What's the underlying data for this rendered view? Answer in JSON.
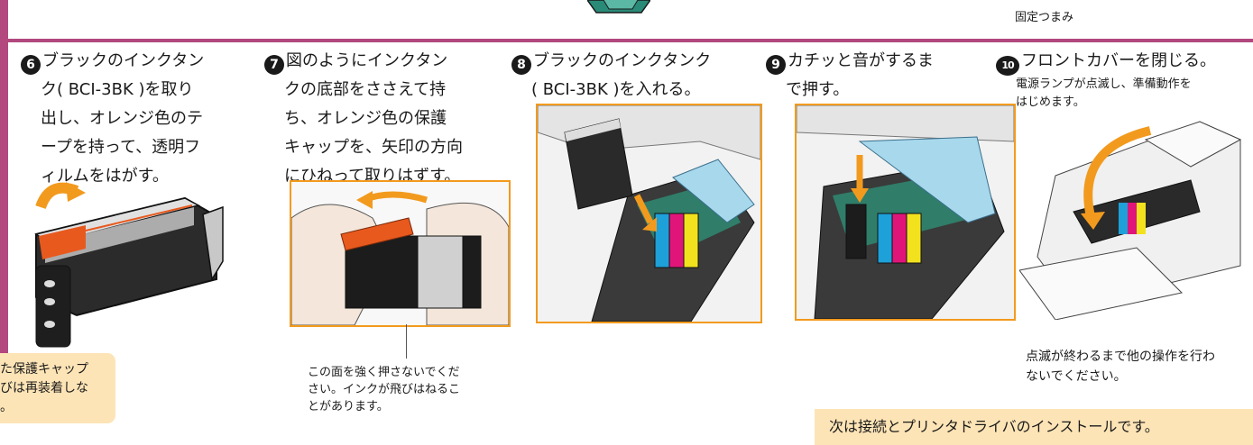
{
  "header": {
    "top_caption": "固定つまみ"
  },
  "steps": [
    {
      "number": "6",
      "title": "ブラックのインクタン",
      "lines": [
        "ク( BCI-3BK )を取り",
        "出し、オレンジ色のテ",
        "ープを持って、透明フ",
        "ィルムをはがす。"
      ]
    },
    {
      "number": "7",
      "title": "図のようにインクタン",
      "lines": [
        "クの底部をささえて持",
        "ち、オレンジ色の保護",
        "キャップを、矢印の方向",
        "にひねって取りはずす。"
      ]
    },
    {
      "number": "8",
      "title": "ブラックのインクタンク",
      "lines": [
        "( BCI-3BK )を入れる。"
      ]
    },
    {
      "number": "9",
      "title": "カチッと音がするま",
      "lines": [
        "で押す。"
      ]
    },
    {
      "number": "10",
      "title": "フロントカバーを閉じる。",
      "sub": [
        "電源ランプが点滅し、準備動作を",
        "はじめます。"
      ]
    }
  ],
  "notes": {
    "left_note": [
      "た保護キャップ",
      "びは再装着しな",
      "。"
    ],
    "step7_caption": [
      "この面を強く押さないでくだ",
      "さい。インクが飛びはねるこ",
      "とがあります。"
    ],
    "step10_caption": [
      "点滅が終わるまで他の操作を行わ",
      "ないでください。"
    ]
  },
  "footer": {
    "next": "次は接続とプリンタドライバのインストールです。"
  },
  "colors": {
    "accent": "#b2487e",
    "photo_border": "#f29a1e",
    "note_bg": "#fde4b6",
    "tape_orange": "#e8591e"
  }
}
